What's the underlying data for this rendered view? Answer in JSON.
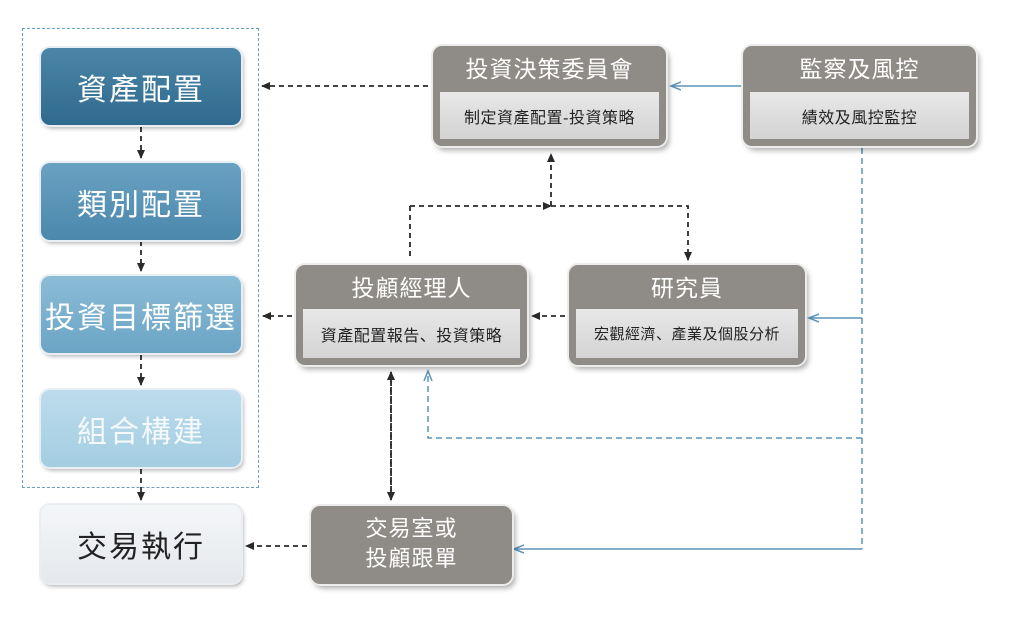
{
  "process_steps": {
    "asset_allocation": "資產配置",
    "category_allocation": "類別配置",
    "target_screening": "投資目標篩選",
    "portfolio_build": "組合構建",
    "execution": "交易執行"
  },
  "committee": {
    "title": "投資決策委員會",
    "desc": "制定資產配置-投資策略"
  },
  "monitoring": {
    "title": "監察及風控",
    "desc": "績效及風控監控"
  },
  "manager": {
    "title": "投顧經理人",
    "desc": "資產配置報告、投資策略"
  },
  "researcher": {
    "title": "研究員",
    "desc": "宏觀經濟、產業及個股分析"
  },
  "trading": {
    "line1": "交易室或",
    "line2": "投顧跟單"
  },
  "colors": {
    "dark_dash": "#2a2a2a",
    "blue_line": "#5b93b9"
  }
}
